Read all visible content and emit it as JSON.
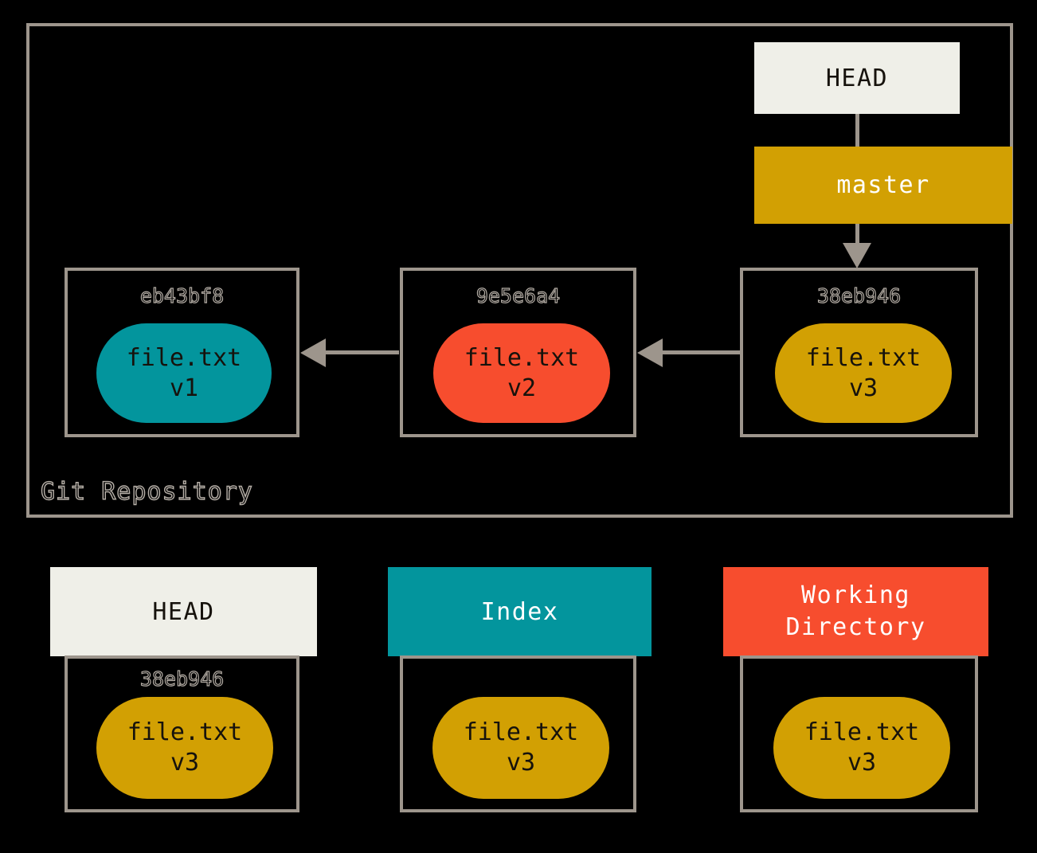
{
  "colors": {
    "background": "#000000",
    "border_gray": "#9d958c",
    "arrow_gray": "#9d958c",
    "head_cream": "#efefe8",
    "master_gold": "#d2a003",
    "index_teal": "#03959d",
    "working_orange": "#f74d2e",
    "blob_text": "#16120c",
    "chip_text_light": "#ffffff",
    "hash_text": "#b3aca4"
  },
  "repository": {
    "label": "Git Repository",
    "head_pointer": {
      "label": "HEAD"
    },
    "branch_pointer": {
      "label": "master"
    },
    "commits": [
      {
        "hash": "eb43bf8",
        "blob_file": "file.txt",
        "blob_version": "v1",
        "blob_color": "teal"
      },
      {
        "hash": "9e5e6a4",
        "blob_file": "file.txt",
        "blob_version": "v2",
        "blob_color": "orange"
      },
      {
        "hash": "38eb946",
        "blob_file": "file.txt",
        "blob_version": "v3",
        "blob_color": "gold"
      }
    ]
  },
  "states": [
    {
      "title": "HEAD",
      "hash": "38eb946",
      "blob_file": "file.txt",
      "blob_version": "v3",
      "blob_color": "gold"
    },
    {
      "title": "Index",
      "hash": "",
      "blob_file": "file.txt",
      "blob_version": "v3",
      "blob_color": "gold"
    },
    {
      "title": "Working\nDirectory",
      "hash": "",
      "blob_file": "file.txt",
      "blob_version": "v3",
      "blob_color": "gold"
    }
  ]
}
